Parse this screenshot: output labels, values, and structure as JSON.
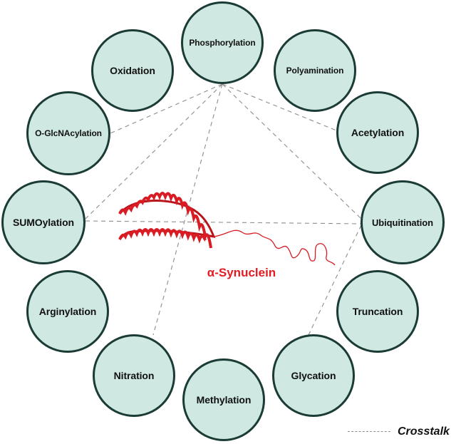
{
  "protein": {
    "name": "α-Synuclein"
  },
  "modifications": {
    "phosphorylation": "Phosphorylation",
    "polyamination": "Polyamination",
    "acetylation": "Acetylation",
    "ubiquitination": "Ubiquitination",
    "truncation": "Truncation",
    "glycation": "Glycation",
    "methylation": "Methylation",
    "nitration": "Nitration",
    "arginylation": "Arginylation",
    "sumoylation": "SUMOylation",
    "o_glcnacylation": "O-GlcNAcylation",
    "oxidation": "Oxidation"
  },
  "crosstalk_links": [
    [
      "Phosphorylation",
      "O-GlcNAcylation"
    ],
    [
      "Phosphorylation",
      "SUMOylation"
    ],
    [
      "Phosphorylation",
      "Nitration"
    ],
    [
      "Phosphorylation",
      "Acetylation"
    ],
    [
      "Phosphorylation",
      "Ubiquitination"
    ],
    [
      "SUMOylation",
      "Ubiquitination"
    ],
    [
      "Ubiquitination",
      "Glycation"
    ]
  ],
  "legend": {
    "crosstalk_label": "Crosstalk"
  },
  "colors": {
    "node_fill": "#cfe9e2",
    "node_border": "#1b3b36",
    "protein_red": "#e31b23",
    "dashed_line": "#8d8d8d"
  }
}
